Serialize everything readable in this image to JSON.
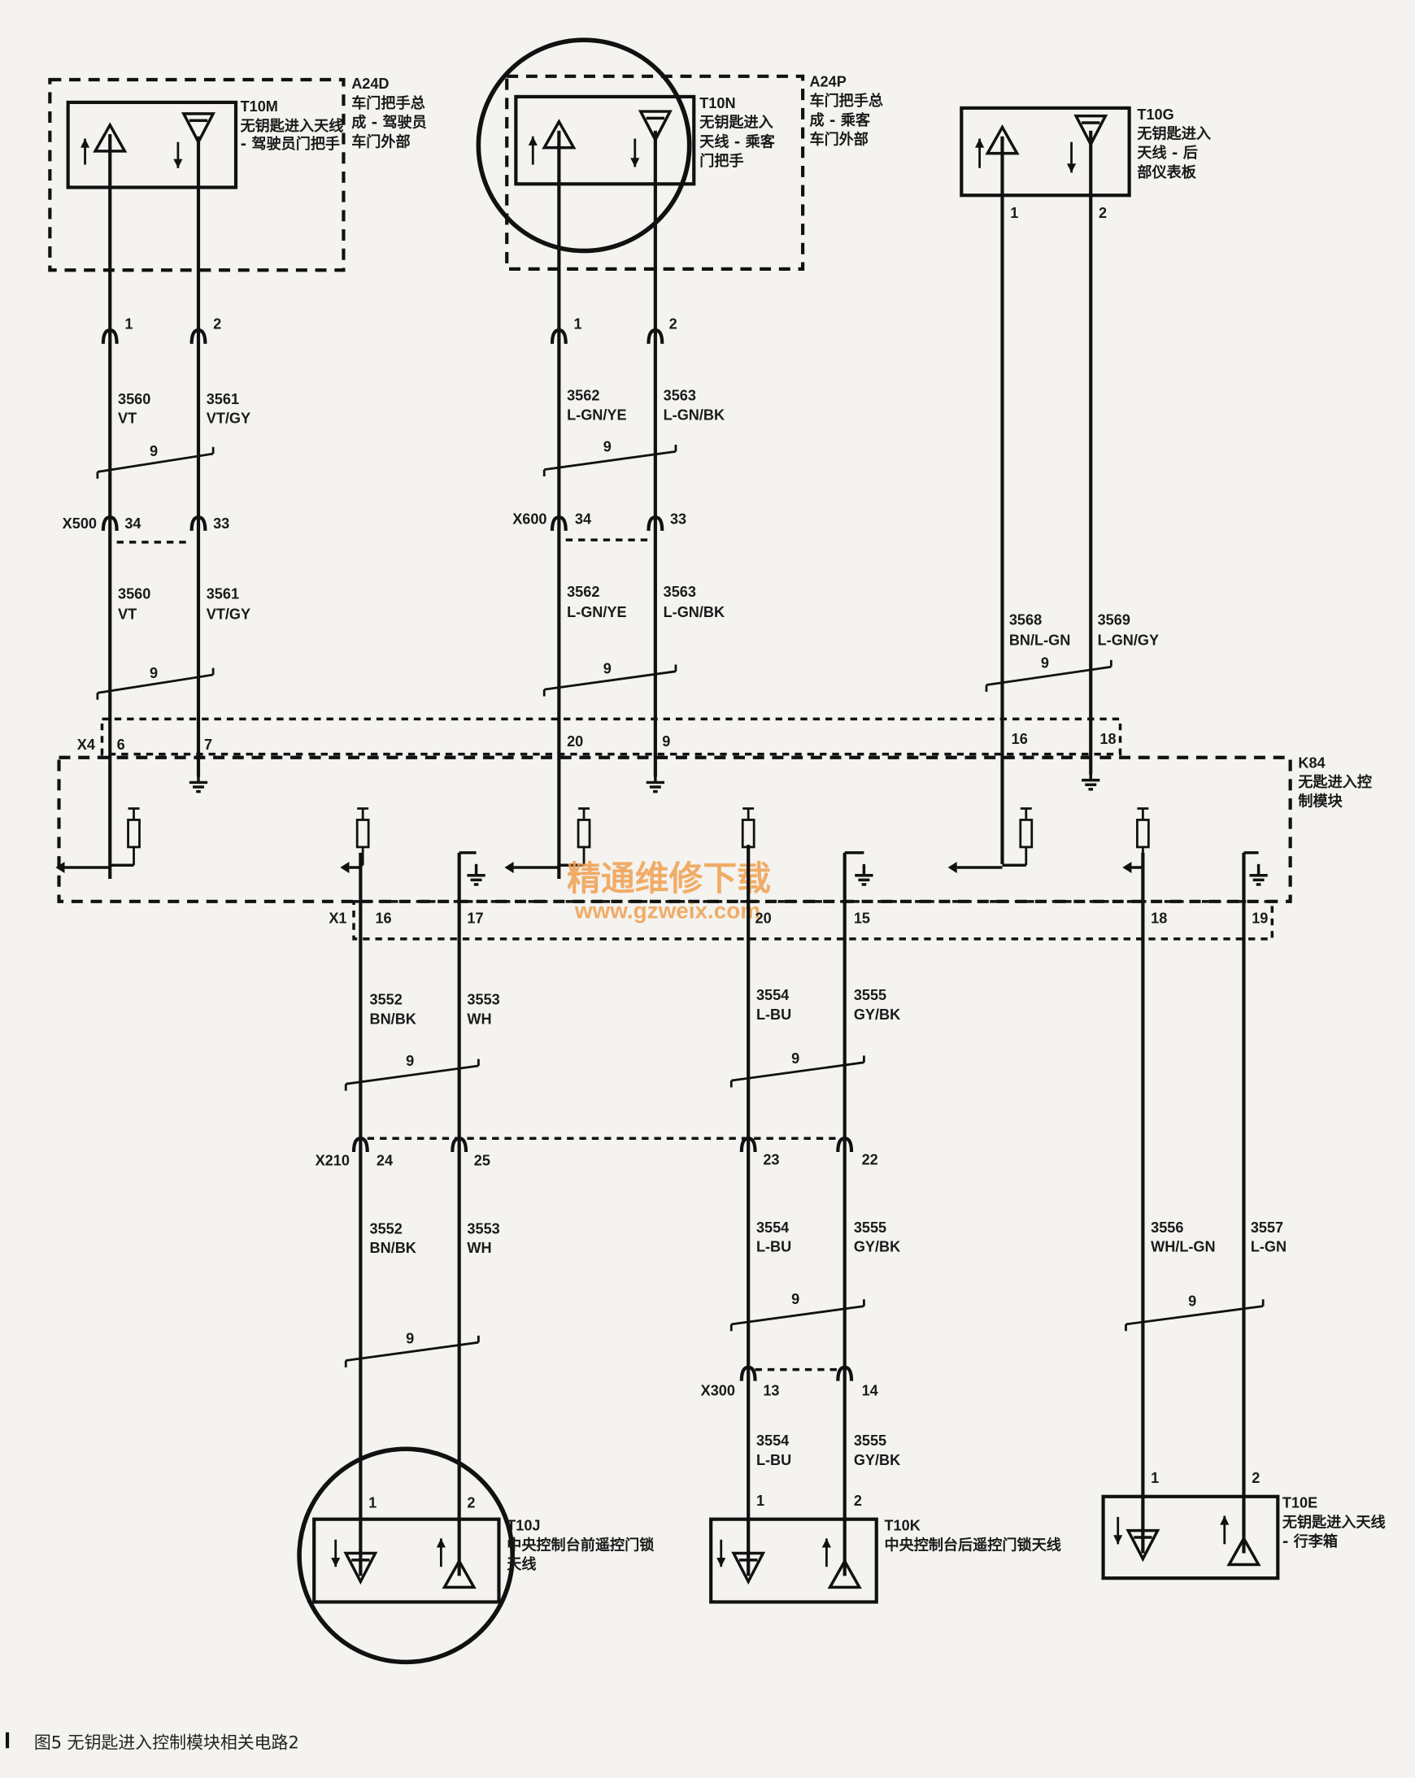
{
  "components": {
    "t10m": {
      "id": "T10M",
      "desc": [
        "无钥匙进入天线",
        "- 驾驶员门把手"
      ]
    },
    "a24d": {
      "id": "A24D",
      "desc": [
        "车门把手总",
        "成 - 驾驶员",
        "车门外部"
      ]
    },
    "t10n": {
      "id": "T10N",
      "desc": [
        "无钥匙进入",
        "天线 - 乘客",
        "门把手"
      ]
    },
    "a24p": {
      "id": "A24P",
      "desc": [
        "车门把手总",
        "成 - 乘客",
        "车门外部"
      ]
    },
    "t10g": {
      "id": "T10G",
      "desc": [
        "无钥匙进入",
        "天线 - 后",
        "部仪表板"
      ]
    },
    "k84": {
      "id": "K84",
      "desc": [
        "无匙进入控",
        "制模块"
      ]
    },
    "t10j": {
      "id": "T10J",
      "desc": [
        "中央控制台前遥控门锁",
        "天线"
      ]
    },
    "t10k": {
      "id": "T10K",
      "desc": [
        "中央控制台后遥控门锁天线"
      ]
    },
    "t10e": {
      "id": "T10E",
      "desc": [
        "无钥匙进入天线",
        "- 行李箱"
      ]
    }
  },
  "connectors": {
    "x500": "X500",
    "x600": "X600",
    "x4": "X4",
    "x1": "X1",
    "x210": "X210",
    "x300": "X300"
  },
  "pins": {
    "t10m": [
      "1",
      "2"
    ],
    "x500": [
      "34",
      "33"
    ],
    "x4a": [
      "6",
      "7"
    ],
    "t10n": [
      "1",
      "2"
    ],
    "x600": [
      "34",
      "33"
    ],
    "x4b": [
      "20",
      "9"
    ],
    "t10g": [
      "1",
      "2"
    ],
    "x4c": [
      "16",
      "18"
    ],
    "x1a": [
      "16",
      "17"
    ],
    "x1b": [
      "20",
      "15"
    ],
    "x1c": [
      "18",
      "19"
    ],
    "x210a": [
      "24",
      "25"
    ],
    "x210b": [
      "23",
      "22"
    ],
    "x300": [
      "13",
      "14"
    ],
    "t10j": [
      "1",
      "2"
    ],
    "t10k": [
      "1",
      "2"
    ],
    "t10e": [
      "1",
      "2"
    ]
  },
  "wires": {
    "w3560": {
      "num": "3560",
      "color": "VT"
    },
    "w3561": {
      "num": "3561",
      "color": "VT/GY"
    },
    "w3562": {
      "num": "3562",
      "color": "L-GN/YE"
    },
    "w3563": {
      "num": "3563",
      "color": "L-GN/BK"
    },
    "w3568": {
      "num": "3568",
      "color": "BN/L-GN"
    },
    "w3569": {
      "num": "3569",
      "color": "L-GN/GY"
    },
    "w3552": {
      "num": "3552",
      "color": "BN/BK"
    },
    "w3553": {
      "num": "3553",
      "color": "WH"
    },
    "w3554": {
      "num": "3554",
      "color": "L-BU"
    },
    "w3555": {
      "num": "3555",
      "color": "GY/BK"
    },
    "w3556": {
      "num": "3556",
      "color": "WH/L-GN"
    },
    "w3557": {
      "num": "3557",
      "color": "L-GN"
    }
  },
  "twist_label": "9",
  "watermark": {
    "cn": "精通维修下载",
    "url": "www.gzweix.com",
    "color": "#f0a050"
  },
  "caption": "图5  无钥匙进入控制模块相关电路2"
}
